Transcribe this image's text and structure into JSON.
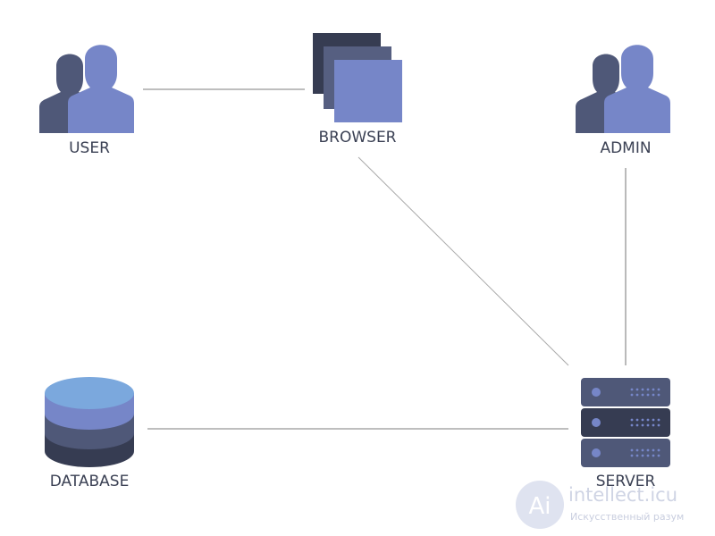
{
  "nodes": {
    "user": {
      "label": "USER",
      "icon": "user-group-icon"
    },
    "browser": {
      "label": "BROWSER",
      "icon": "browser-windows-icon"
    },
    "admin": {
      "label": "ADMIN",
      "icon": "user-group-icon"
    },
    "database": {
      "label": "DATABASE",
      "icon": "database-icon"
    },
    "server": {
      "label": "SERVER",
      "icon": "server-rack-icon"
    }
  },
  "edges": [
    {
      "from": "user",
      "to": "browser"
    },
    {
      "from": "browser",
      "to": "server"
    },
    {
      "from": "admin",
      "to": "server"
    },
    {
      "from": "database",
      "to": "server"
    }
  ],
  "watermark": {
    "logo_letters": "Ai",
    "brand": "intellect.icu",
    "tagline": "Искусственный разум"
  },
  "colors": {
    "accent": "#7686c8",
    "dark": "#363c52",
    "mid": "#4f5878",
    "light_blue": "#7ba8dd",
    "line": "#a9a9a9"
  }
}
